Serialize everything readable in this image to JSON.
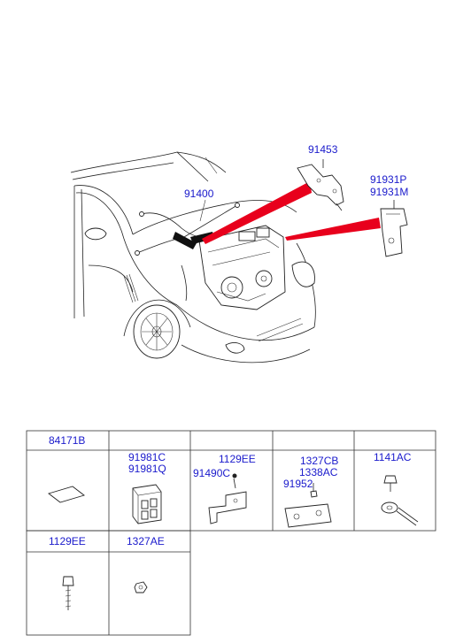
{
  "diagram": {
    "callouts": {
      "harness": "91400",
      "bracket": "91453",
      "clip_p": "91931P",
      "clip_m": "91931M"
    },
    "table": {
      "row1": [
        {
          "header": "84171B",
          "labels": []
        },
        {
          "header": "",
          "labels": [
            "91981C",
            "91981Q"
          ]
        },
        {
          "header": "",
          "labels": [
            "1129EE",
            "91490C"
          ]
        },
        {
          "header": "",
          "labels": [
            "1327CB",
            "1338AC",
            "91952"
          ]
        },
        {
          "header": "",
          "labels": [
            "1141AC"
          ]
        }
      ],
      "row2": [
        {
          "header": "1129EE"
        },
        {
          "header": "1327AE"
        }
      ]
    },
    "colors": {
      "label": "#1a1acc",
      "highlight": "#e8001c",
      "line": "#222222"
    }
  }
}
